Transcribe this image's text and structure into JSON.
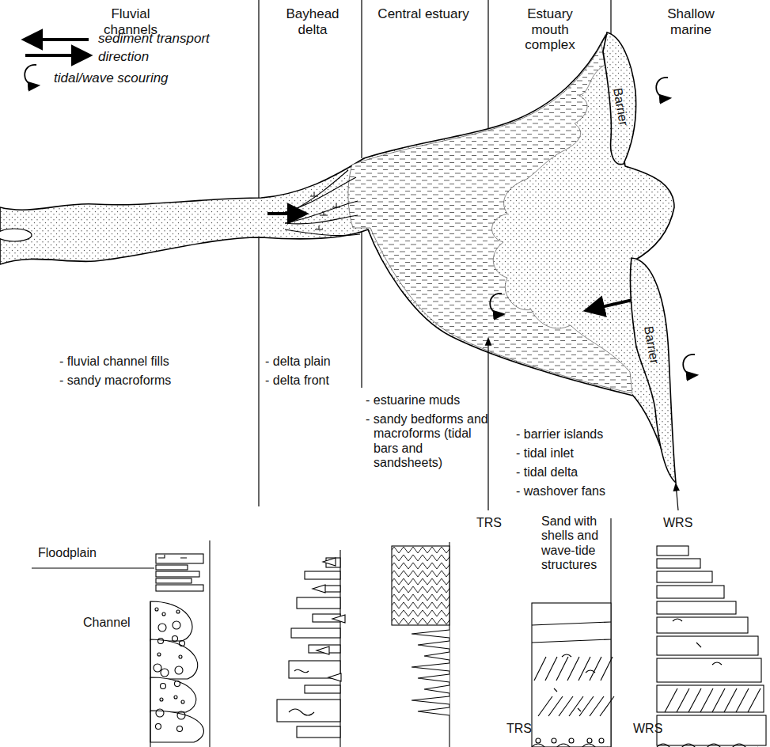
{
  "diagram": {
    "nodes": [
      {
        "text": [
          "Barrier"
        ]
      },
      {
        "text": [
          "Barrier"
        ]
      }
    ],
    "labels": [
      "Fluvial channels",
      "Bayhead delta",
      "Central estuary",
      "Estuary mouth complex",
      "Shallow marine",
      "- fluvial channel fills",
      "- sandy macroforms",
      "- delta plain",
      "- delta front",
      "- estuarine muds",
      "- sandy bedforms and macroforms (tidal bars and sandsheets)",
      "- barrier islands",
      "- tidal inlet",
      "- tidal delta",
      "- washover fans",
      "TRS",
      "WRS",
      "Floodplain",
      "Channel",
      "Sand with shells and wave-tide structures",
      "TRS",
      "WRS"
    ],
    "legend": [
      {
        "text": "sediment transport direction"
      },
      {
        "text": "tidal/wave scouring"
      }
    ]
  }
}
